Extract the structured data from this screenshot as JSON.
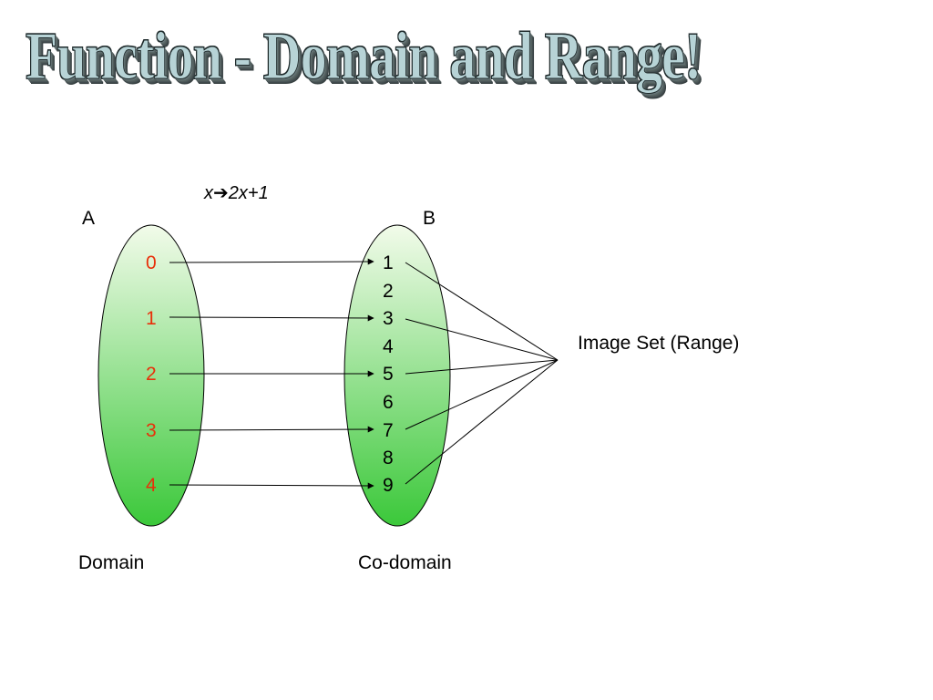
{
  "title": "Function - Domain and Range!",
  "mapping_rule": {
    "x": "x",
    "arrow": "➔",
    "expr": "2x+1"
  },
  "set_a": {
    "label": "A",
    "caption": "Domain",
    "values": [
      "0",
      "1",
      "2",
      "3",
      "4"
    ]
  },
  "set_b": {
    "label": "B",
    "caption": "Co-domain",
    "values": [
      "1",
      "2",
      "3",
      "4",
      "5",
      "6",
      "7",
      "8",
      "9"
    ]
  },
  "image_set_label": "Image Set (Range)",
  "colors": {
    "ellipse_top": "#f2fbea",
    "ellipse_bottom": "#3bc83a",
    "domain_value_text": "#e8300a",
    "codomain_value_text": "#000000",
    "line": "#000000"
  }
}
